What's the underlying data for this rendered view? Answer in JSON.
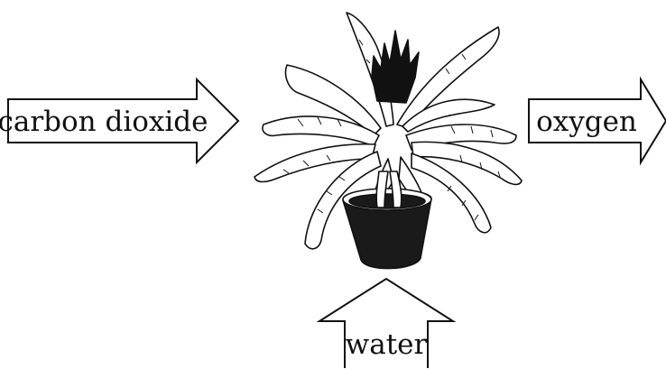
{
  "arrows": {
    "input_left": {
      "label": "carbon dioxide"
    },
    "output_right": {
      "label": "oxygen"
    },
    "input_bottom": {
      "label": "water"
    }
  },
  "colors": {
    "stroke": "#111111",
    "pot_fill": "#1a1a1a",
    "background": "#ffffff"
  },
  "icons": {
    "plant": "potted-plant-icon"
  }
}
